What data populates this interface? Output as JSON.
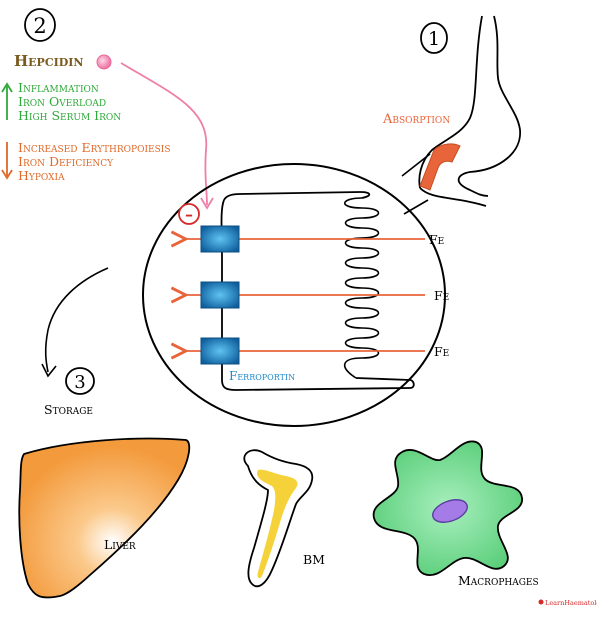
{
  "steps": {
    "one": "1",
    "two": "2",
    "three": "3"
  },
  "hepcidin": {
    "label": "Hepcidin"
  },
  "increase_factors": [
    "Inflammation",
    "Iron Overload",
    "High Serum Iron"
  ],
  "decrease_factors": [
    "Increased Erythropoiesis",
    "Iron Deficiency",
    "Hypoxia"
  ],
  "absorption": "Absorption",
  "inhibit_symbol": "–",
  "fe_labels": [
    "Fe",
    "Fe",
    "Fe"
  ],
  "ferroportin": "Ferroportin",
  "storage": "Storage",
  "organs": {
    "liver": "Liver",
    "bm": "BM",
    "macrophages": "Macrophages"
  },
  "watermark": "LearnHaematology",
  "colors": {
    "hepcidin_brown": "#7a5a1e",
    "increase_green": "#2eaa3a",
    "decrease_orange": "#e06a2a",
    "fe_arrow": "#e8643a",
    "ferroportin_blue": "#1e88c8",
    "hepcidin_pink": "#ef7fa8",
    "liver": "#f5a04a",
    "bone": "#f6d23a",
    "macrophage": "#5ed47e",
    "nucleus": "#a57be8"
  }
}
